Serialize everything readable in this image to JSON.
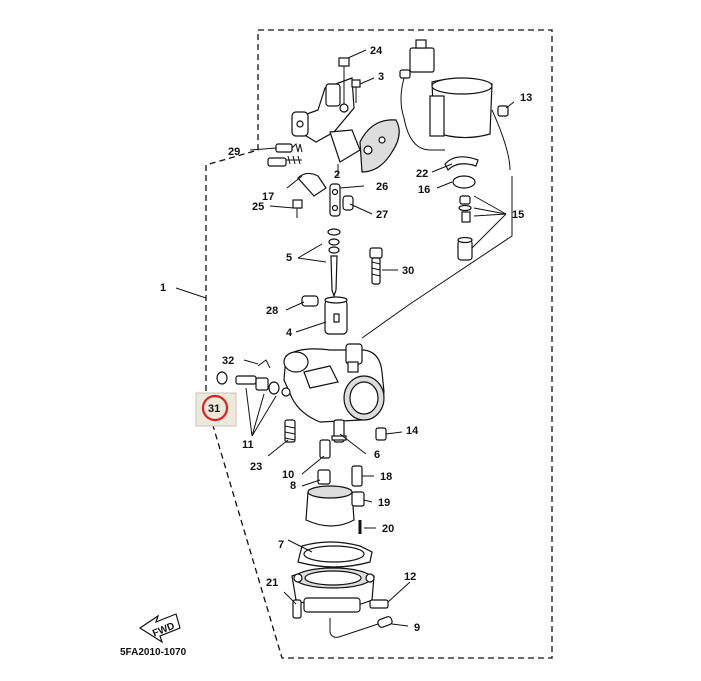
{
  "diagram": {
    "code": "5FA2010-1070",
    "fwd_label": "FWD",
    "highlight_color": "#e02020",
    "labels": [
      {
        "id": "1",
        "text": "1"
      },
      {
        "id": "2",
        "text": "2"
      },
      {
        "id": "3",
        "text": "3"
      },
      {
        "id": "4",
        "text": "4"
      },
      {
        "id": "5",
        "text": "5"
      },
      {
        "id": "6",
        "text": "6"
      },
      {
        "id": "7",
        "text": "7"
      },
      {
        "id": "8",
        "text": "8"
      },
      {
        "id": "9",
        "text": "9"
      },
      {
        "id": "10",
        "text": "10"
      },
      {
        "id": "11",
        "text": "11"
      },
      {
        "id": "12",
        "text": "12"
      },
      {
        "id": "13",
        "text": "13"
      },
      {
        "id": "14",
        "text": "14"
      },
      {
        "id": "15",
        "text": "15"
      },
      {
        "id": "16",
        "text": "16"
      },
      {
        "id": "17",
        "text": "17"
      },
      {
        "id": "18",
        "text": "18"
      },
      {
        "id": "19",
        "text": "19"
      },
      {
        "id": "20",
        "text": "20"
      },
      {
        "id": "21",
        "text": "21"
      },
      {
        "id": "22",
        "text": "22"
      },
      {
        "id": "23",
        "text": "23"
      },
      {
        "id": "24",
        "text": "24"
      },
      {
        "id": "25",
        "text": "25"
      },
      {
        "id": "26",
        "text": "26"
      },
      {
        "id": "27",
        "text": "27"
      },
      {
        "id": "28",
        "text": "28"
      },
      {
        "id": "29",
        "text": "29"
      },
      {
        "id": "30",
        "text": "30"
      },
      {
        "id": "31",
        "text": "31"
      },
      {
        "id": "32",
        "text": "32"
      }
    ],
    "selected_part": "31"
  }
}
